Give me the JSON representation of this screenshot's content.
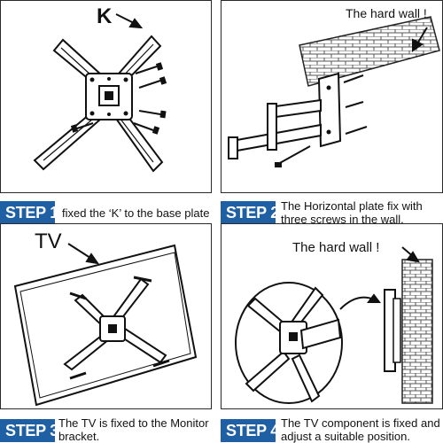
{
  "colors": {
    "step_badge": "#1f5fa3",
    "border": "#2a2a2a",
    "brick": "#555555"
  },
  "steps": [
    {
      "badge": "STEP 1",
      "caption": "fixed the ‘K’ to the base plate",
      "label": "K"
    },
    {
      "badge": "STEP 2",
      "caption": "The Horizontal plate fix with three screws in the wall.",
      "label": "The hard wall !"
    },
    {
      "badge": "STEP 3",
      "caption": "The TV is fixed to the Monitor bracket.",
      "label": "TV"
    },
    {
      "badge": "STEP 4",
      "caption": "The TV component is fixed and adjust a suitable position.",
      "label": "The hard wall !"
    }
  ]
}
